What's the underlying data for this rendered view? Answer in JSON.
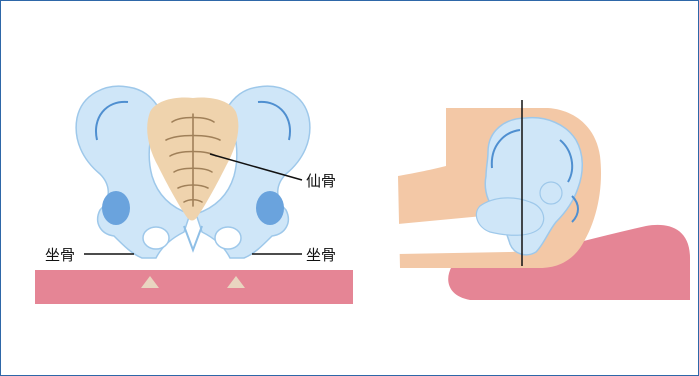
{
  "labels": {
    "sacrum": "仙骨",
    "ischium_left": "坐骨",
    "ischium_right": "坐骨"
  },
  "colors": {
    "frame": "#2e67a8",
    "bone": "#cfe6f8",
    "bone_outline": "#8fbfe6",
    "bone_shade": "#4f8fd0",
    "sacrum": "#efd3ad",
    "sacrum_detail": "#a08059",
    "cushion": "#e58595",
    "skin": "#f3c8a6",
    "contact_marker": "#e9d5c0",
    "line": "#111111"
  }
}
